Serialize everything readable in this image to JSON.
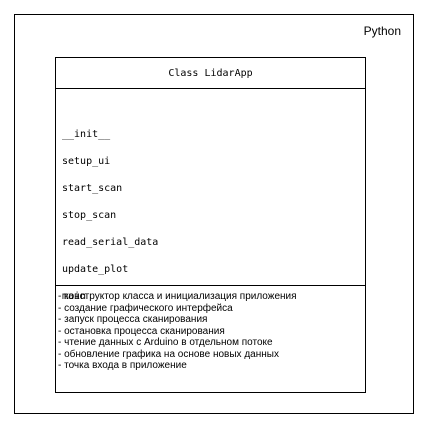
{
  "language_label": "Python",
  "class_name": "Class LidarApp",
  "methods": [
    "__init__",
    "setup_ui",
    "start_scan",
    "stop_scan",
    "read_serial_data",
    "update_plot",
    "main"
  ],
  "descriptions": [
    "- конструктор класса и инициализация приложения",
    "- создание графического интерфейса",
    "- запуск процесса сканирования",
    "- остановка процесса сканирования",
    "- чтение данных с Arduino в отдельном потоке",
    "- обновление графика на основе новых данных",
    "- точка входа в приложение"
  ]
}
